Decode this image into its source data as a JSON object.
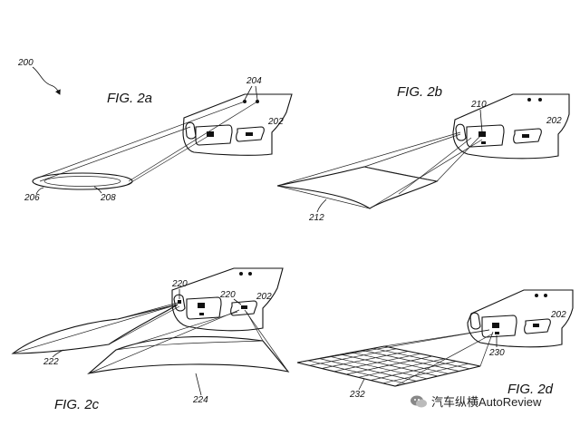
{
  "figures": [
    {
      "id": "2a",
      "title": "FIG. 2a"
    },
    {
      "id": "2b",
      "title": "FIG. 2b"
    },
    {
      "id": "2c",
      "title": "FIG. 2c"
    },
    {
      "id": "2d",
      "title": "FIG. 2d"
    }
  ],
  "refs": {
    "r200": "200",
    "r204": "204",
    "r202a": "202",
    "r206": "206",
    "r208": "208",
    "r210": "210",
    "r202b": "202",
    "r212": "212",
    "r220a": "220",
    "r220b": "220",
    "r202c": "202",
    "r222": "222",
    "r224": "224",
    "r202d": "202",
    "r230": "230",
    "r232": "232"
  },
  "watermark": {
    "text": "汽车纵横AutoReview",
    "icon": "wechat-icon"
  }
}
